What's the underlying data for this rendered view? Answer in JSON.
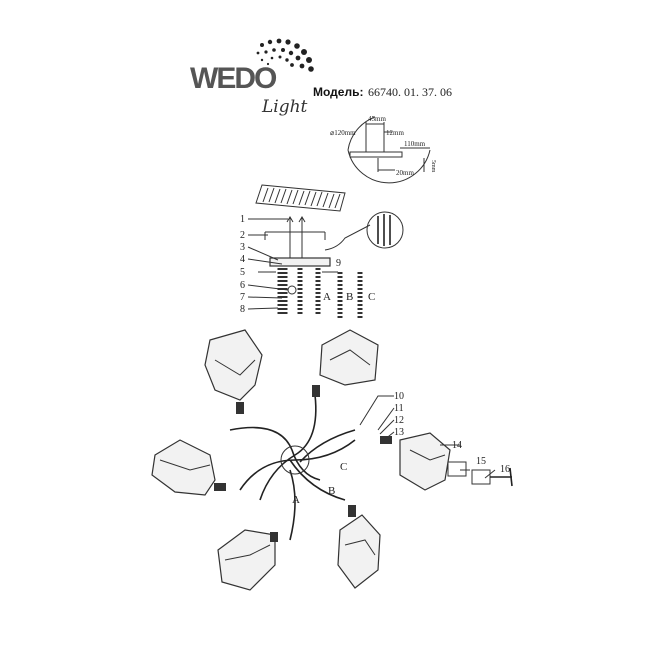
{
  "logo": {
    "brand": "WEDO",
    "script": "Light"
  },
  "model_label": "Модель:",
  "model_number": "66740. 01. 37. 06",
  "dimensions": {
    "diameter": "⌀120mm",
    "width": "45mm",
    "hole": "12mm",
    "length": "110mm",
    "depth": "20mm",
    "height": "5mm"
  },
  "parts_top": [
    "1",
    "2",
    "3",
    "4",
    "5",
    "6",
    "7",
    "8",
    "9"
  ],
  "variants": [
    "A",
    "B",
    "C"
  ],
  "parts_bottom": [
    "10",
    "11",
    "12",
    "13",
    "14",
    "15",
    "16"
  ],
  "arm_labels": [
    "A",
    "B",
    "C"
  ]
}
